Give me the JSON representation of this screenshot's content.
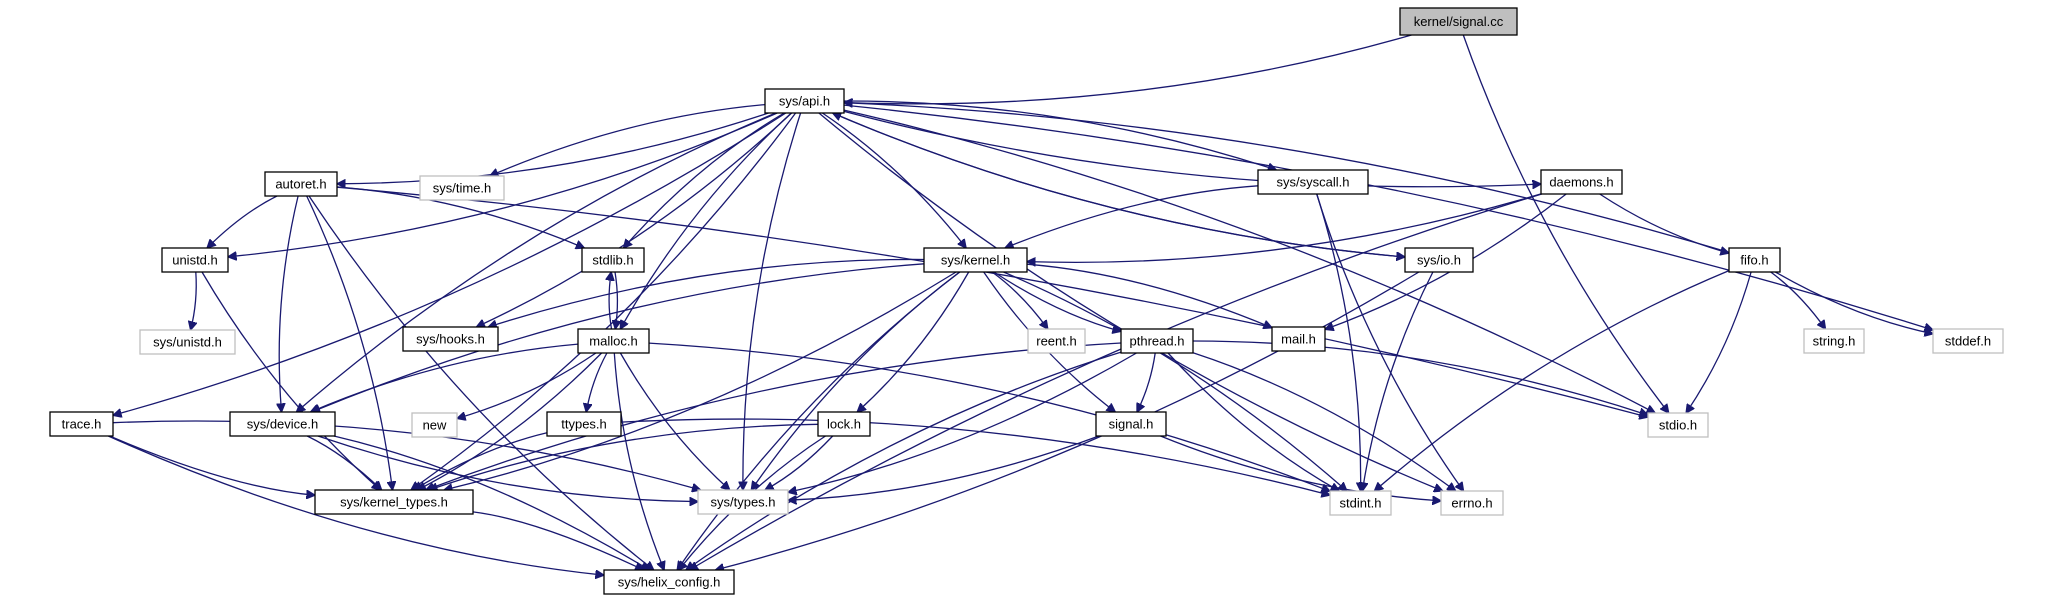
{
  "root": "kernel/signal.cc",
  "nodes": [
    {
      "id": "signal_cc",
      "label": "kernel/signal.cc",
      "kind": "root"
    },
    {
      "id": "api",
      "label": "sys/api.h",
      "kind": "doc"
    },
    {
      "id": "autoret",
      "label": "autoret.h",
      "kind": "doc"
    },
    {
      "id": "time",
      "label": "sys/time.h",
      "kind": "sys"
    },
    {
      "id": "syscall",
      "label": "sys/syscall.h",
      "kind": "doc"
    },
    {
      "id": "daemons",
      "label": "daemons.h",
      "kind": "doc"
    },
    {
      "id": "unistd",
      "label": "unistd.h",
      "kind": "doc"
    },
    {
      "id": "stdlib",
      "label": "stdlib.h",
      "kind": "doc"
    },
    {
      "id": "kernel",
      "label": "sys/kernel.h",
      "kind": "doc"
    },
    {
      "id": "sysio",
      "label": "sys/io.h",
      "kind": "doc"
    },
    {
      "id": "fifo",
      "label": "fifo.h",
      "kind": "doc"
    },
    {
      "id": "sysunistd",
      "label": "sys/unistd.h",
      "kind": "sys"
    },
    {
      "id": "hooks",
      "label": "sys/hooks.h",
      "kind": "doc"
    },
    {
      "id": "malloc",
      "label": "malloc.h",
      "kind": "doc"
    },
    {
      "id": "reent",
      "label": "reent.h",
      "kind": "sys"
    },
    {
      "id": "pthread",
      "label": "pthread.h",
      "kind": "doc"
    },
    {
      "id": "mail",
      "label": "mail.h",
      "kind": "doc"
    },
    {
      "id": "string",
      "label": "string.h",
      "kind": "sys"
    },
    {
      "id": "stddef",
      "label": "stddef.h",
      "kind": "sys"
    },
    {
      "id": "trace",
      "label": "trace.h",
      "kind": "doc"
    },
    {
      "id": "device",
      "label": "sys/device.h",
      "kind": "doc"
    },
    {
      "id": "new",
      "label": "new",
      "kind": "sys"
    },
    {
      "id": "ttypes",
      "label": "ttypes.h",
      "kind": "doc"
    },
    {
      "id": "lock",
      "label": "lock.h",
      "kind": "doc"
    },
    {
      "id": "signal",
      "label": "signal.h",
      "kind": "doc"
    },
    {
      "id": "stdio",
      "label": "stdio.h",
      "kind": "sys"
    },
    {
      "id": "ktypes",
      "label": "sys/kernel_types.h",
      "kind": "doc"
    },
    {
      "id": "types",
      "label": "sys/types.h",
      "kind": "sys"
    },
    {
      "id": "stdint",
      "label": "stdint.h",
      "kind": "sys"
    },
    {
      "id": "errno",
      "label": "errno.h",
      "kind": "sys"
    },
    {
      "id": "helix",
      "label": "sys/helix_config.h",
      "kind": "doc"
    }
  ],
  "edges": [
    [
      "signal_cc",
      "api"
    ],
    [
      "signal_cc",
      "stdio"
    ],
    [
      "api",
      "autoret"
    ],
    [
      "api",
      "time"
    ],
    [
      "api",
      "syscall"
    ],
    [
      "api",
      "daemons"
    ],
    [
      "api",
      "unistd"
    ],
    [
      "api",
      "stdlib"
    ],
    [
      "api",
      "kernel"
    ],
    [
      "api",
      "sysio"
    ],
    [
      "api",
      "hooks"
    ],
    [
      "api",
      "malloc"
    ],
    [
      "api",
      "trace"
    ],
    [
      "api",
      "device"
    ],
    [
      "api",
      "ktypes"
    ],
    [
      "api",
      "types"
    ],
    [
      "api",
      "stdio"
    ],
    [
      "api",
      "errno"
    ],
    [
      "api",
      "stddef"
    ],
    [
      "autoret",
      "unistd"
    ],
    [
      "autoret",
      "stdlib"
    ],
    [
      "autoret",
      "device"
    ],
    [
      "autoret",
      "ktypes"
    ],
    [
      "autoret",
      "helix"
    ],
    [
      "autoret",
      "stdio"
    ],
    [
      "syscall",
      "kernel"
    ],
    [
      "syscall",
      "stdint"
    ],
    [
      "syscall",
      "errno"
    ],
    [
      "daemons",
      "kernel"
    ],
    [
      "daemons",
      "fifo"
    ],
    [
      "daemons",
      "mail"
    ],
    [
      "daemons",
      "helix"
    ],
    [
      "unistd",
      "sysunistd"
    ],
    [
      "unistd",
      "ktypes"
    ],
    [
      "stdlib",
      "malloc"
    ],
    [
      "kernel",
      "hooks"
    ],
    [
      "kernel",
      "reent"
    ],
    [
      "kernel",
      "pthread"
    ],
    [
      "kernel",
      "mail"
    ],
    [
      "kernel",
      "device"
    ],
    [
      "kernel",
      "lock"
    ],
    [
      "kernel",
      "signal"
    ],
    [
      "kernel",
      "ktypes"
    ],
    [
      "kernel",
      "types"
    ],
    [
      "kernel",
      "stdint"
    ],
    [
      "kernel",
      "helix"
    ],
    [
      "sysio",
      "api"
    ],
    [
      "sysio",
      "stdint"
    ],
    [
      "sysio",
      "helix"
    ],
    [
      "fifo",
      "api"
    ],
    [
      "fifo",
      "string"
    ],
    [
      "fifo",
      "stddef"
    ],
    [
      "fifo",
      "stdio"
    ],
    [
      "fifo",
      "stdint"
    ],
    [
      "malloc",
      "stdlib"
    ],
    [
      "malloc",
      "device"
    ],
    [
      "malloc",
      "new"
    ],
    [
      "malloc",
      "ttypes"
    ],
    [
      "malloc",
      "ktypes"
    ],
    [
      "malloc",
      "types"
    ],
    [
      "malloc",
      "stdint"
    ],
    [
      "malloc",
      "helix"
    ],
    [
      "pthread",
      "signal"
    ],
    [
      "pthread",
      "ktypes"
    ],
    [
      "pthread",
      "types"
    ],
    [
      "pthread",
      "stdint"
    ],
    [
      "pthread",
      "errno"
    ],
    [
      "pthread",
      "helix"
    ],
    [
      "pthread",
      "stdio"
    ],
    [
      "trace",
      "ktypes"
    ],
    [
      "trace",
      "types"
    ],
    [
      "trace",
      "helix"
    ],
    [
      "device",
      "ktypes"
    ],
    [
      "device",
      "types"
    ],
    [
      "device",
      "helix"
    ],
    [
      "ttypes",
      "ktypes"
    ],
    [
      "ttypes",
      "stdint"
    ],
    [
      "lock",
      "ktypes"
    ],
    [
      "lock",
      "types"
    ],
    [
      "lock",
      "helix"
    ],
    [
      "signal",
      "types"
    ],
    [
      "signal",
      "errno"
    ],
    [
      "ktypes",
      "helix"
    ]
  ]
}
